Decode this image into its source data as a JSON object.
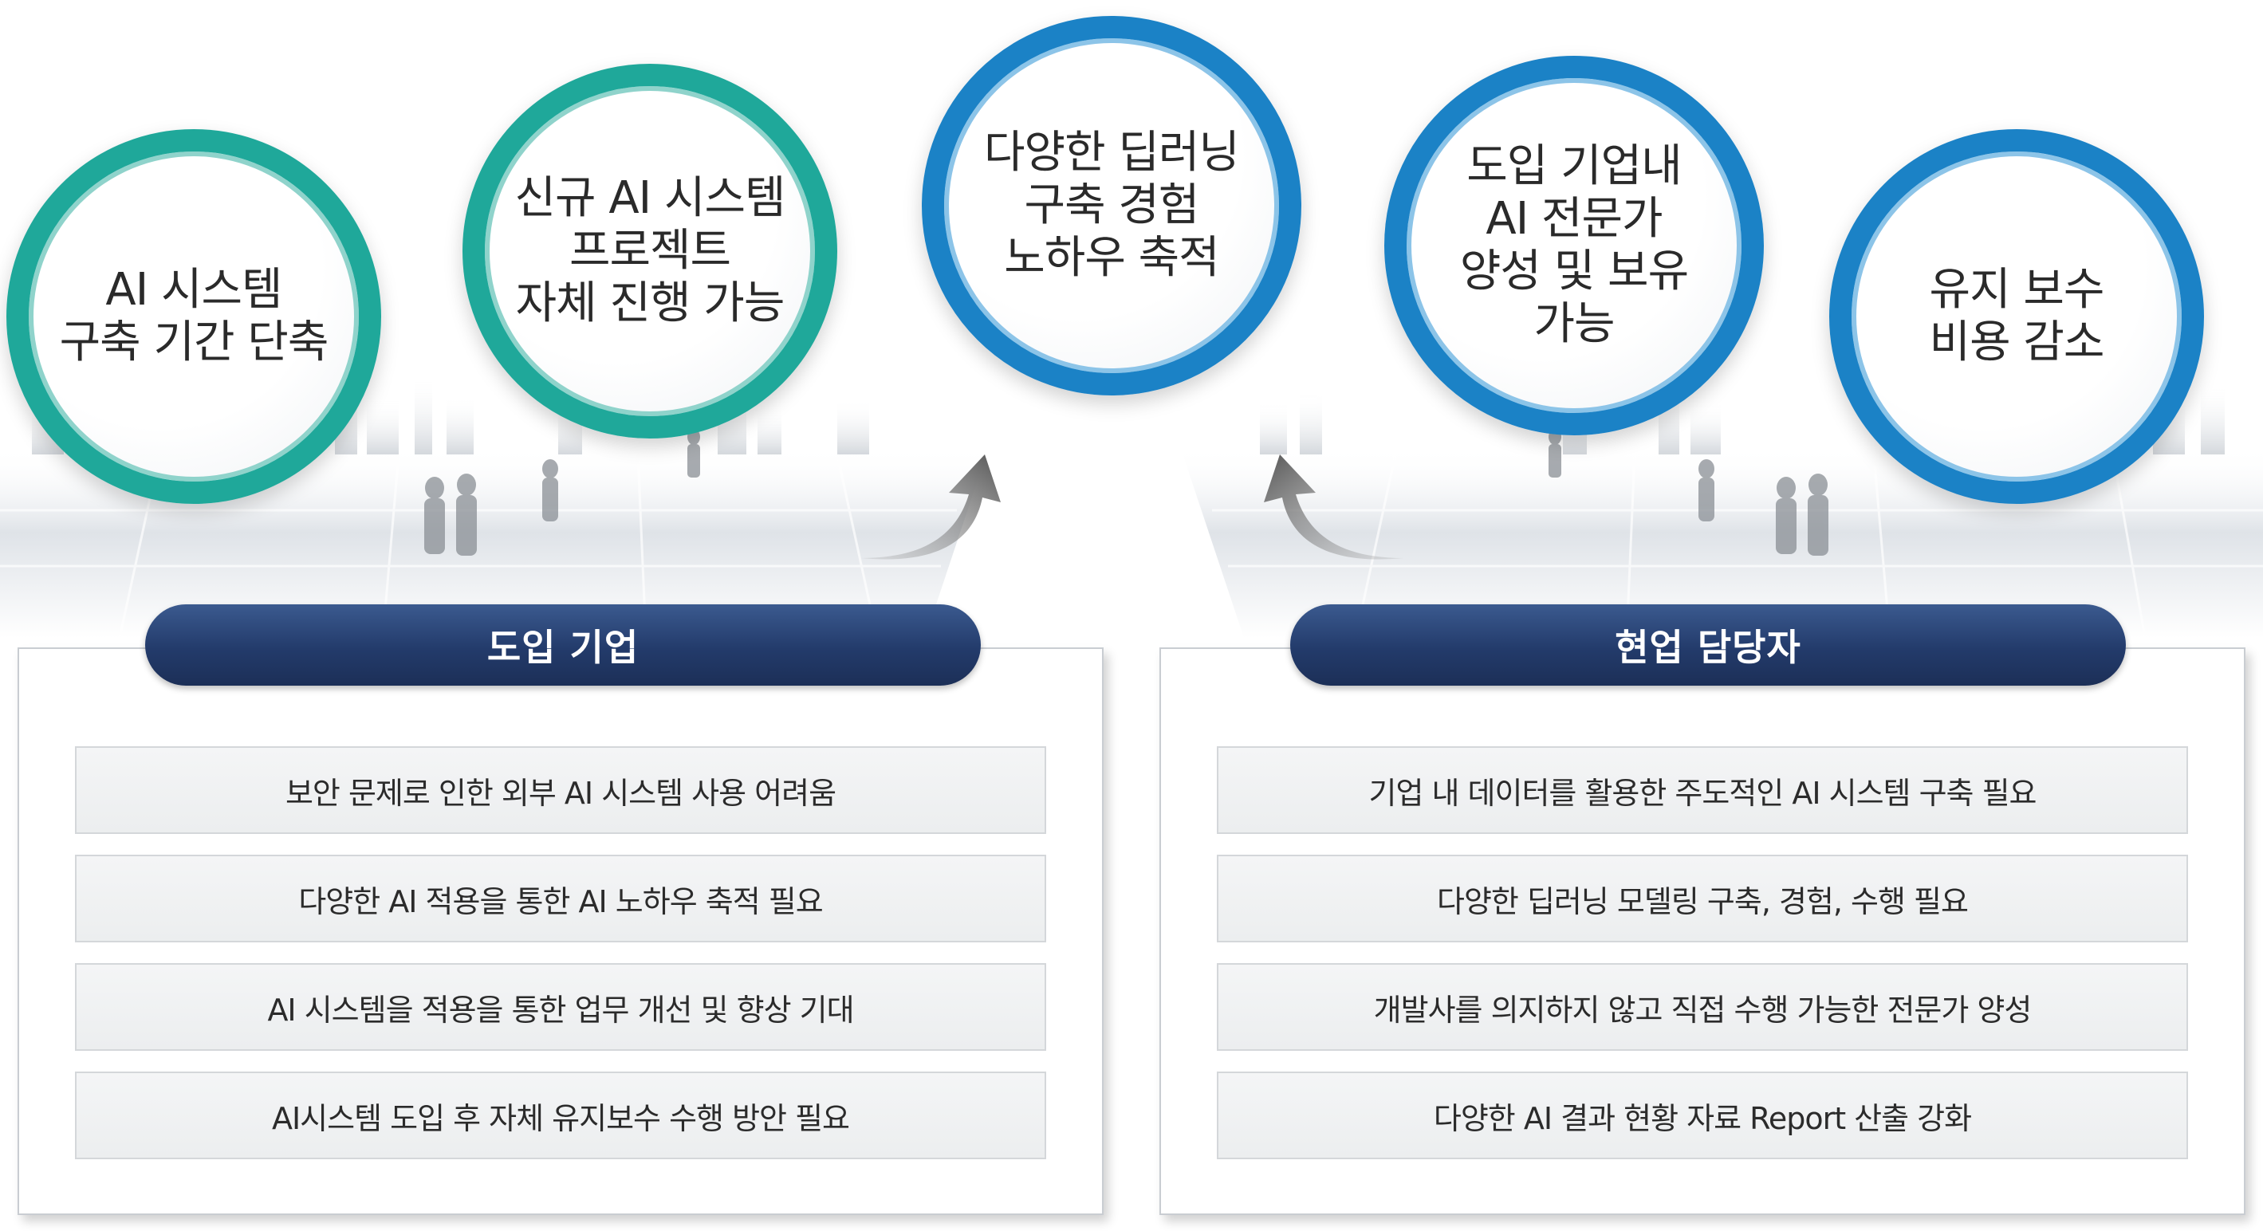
{
  "circles": [
    {
      "text": "AI  시스템\n구축 기간 단축"
    },
    {
      "text": "신규 AI 시스템\n프로젝트\n자체 진행 가능"
    },
    {
      "text": "다양한 딥러닝\n구축 경험\n노하우 축적"
    },
    {
      "text": "도입 기업내\nAI 전문가\n양성 및 보유\n가능"
    },
    {
      "text": "유지 보수\n비용 감소"
    }
  ],
  "left_panel": {
    "title": "도입 기업",
    "items": [
      "보안 문제로 인한 외부 AI 시스템 사용 어려움",
      "다양한 AI 적용을 통한 AI 노하우 축적 필요",
      "AI 시스템을 적용을 통한 업무 개선 및 향상 기대",
      "AI시스템 도입 후 자체 유지보수 수행 방안 필요"
    ]
  },
  "right_panel": {
    "title": "현업 담당자",
    "items": [
      "기업 내 데이터를 활용한 주도적인 AI 시스템 구축 필요",
      "다양한 딥러닝 모델링 구축, 경험, 수행 필요",
      "개발사를 의지하지 않고 직접 수행 가능한 전문가 양성",
      "다양한 AI 결과 현황 자료 Report 산출 강화"
    ]
  },
  "colors": {
    "teal": "#1fa89a",
    "blue": "#1b82c6",
    "navy": "#233b6b"
  }
}
